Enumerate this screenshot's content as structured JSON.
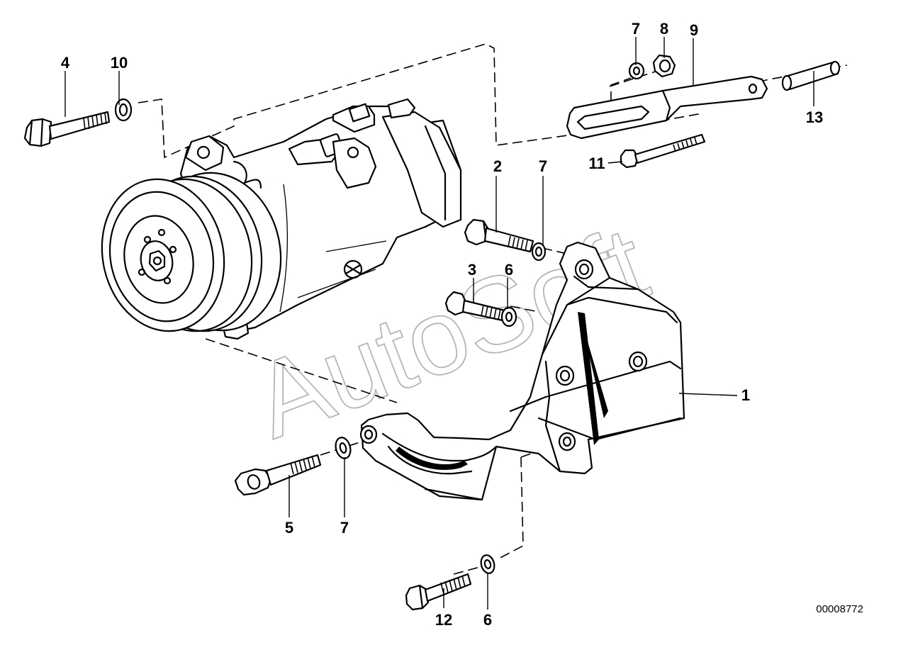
{
  "diagram": {
    "callouts": [
      "1",
      "2",
      "3",
      "4",
      "5",
      "6",
      "6",
      "7",
      "7",
      "7",
      "8",
      "9",
      "10",
      "11",
      "12",
      "13"
    ],
    "reference_number": "00008772",
    "watermark": "AutoSoft"
  }
}
